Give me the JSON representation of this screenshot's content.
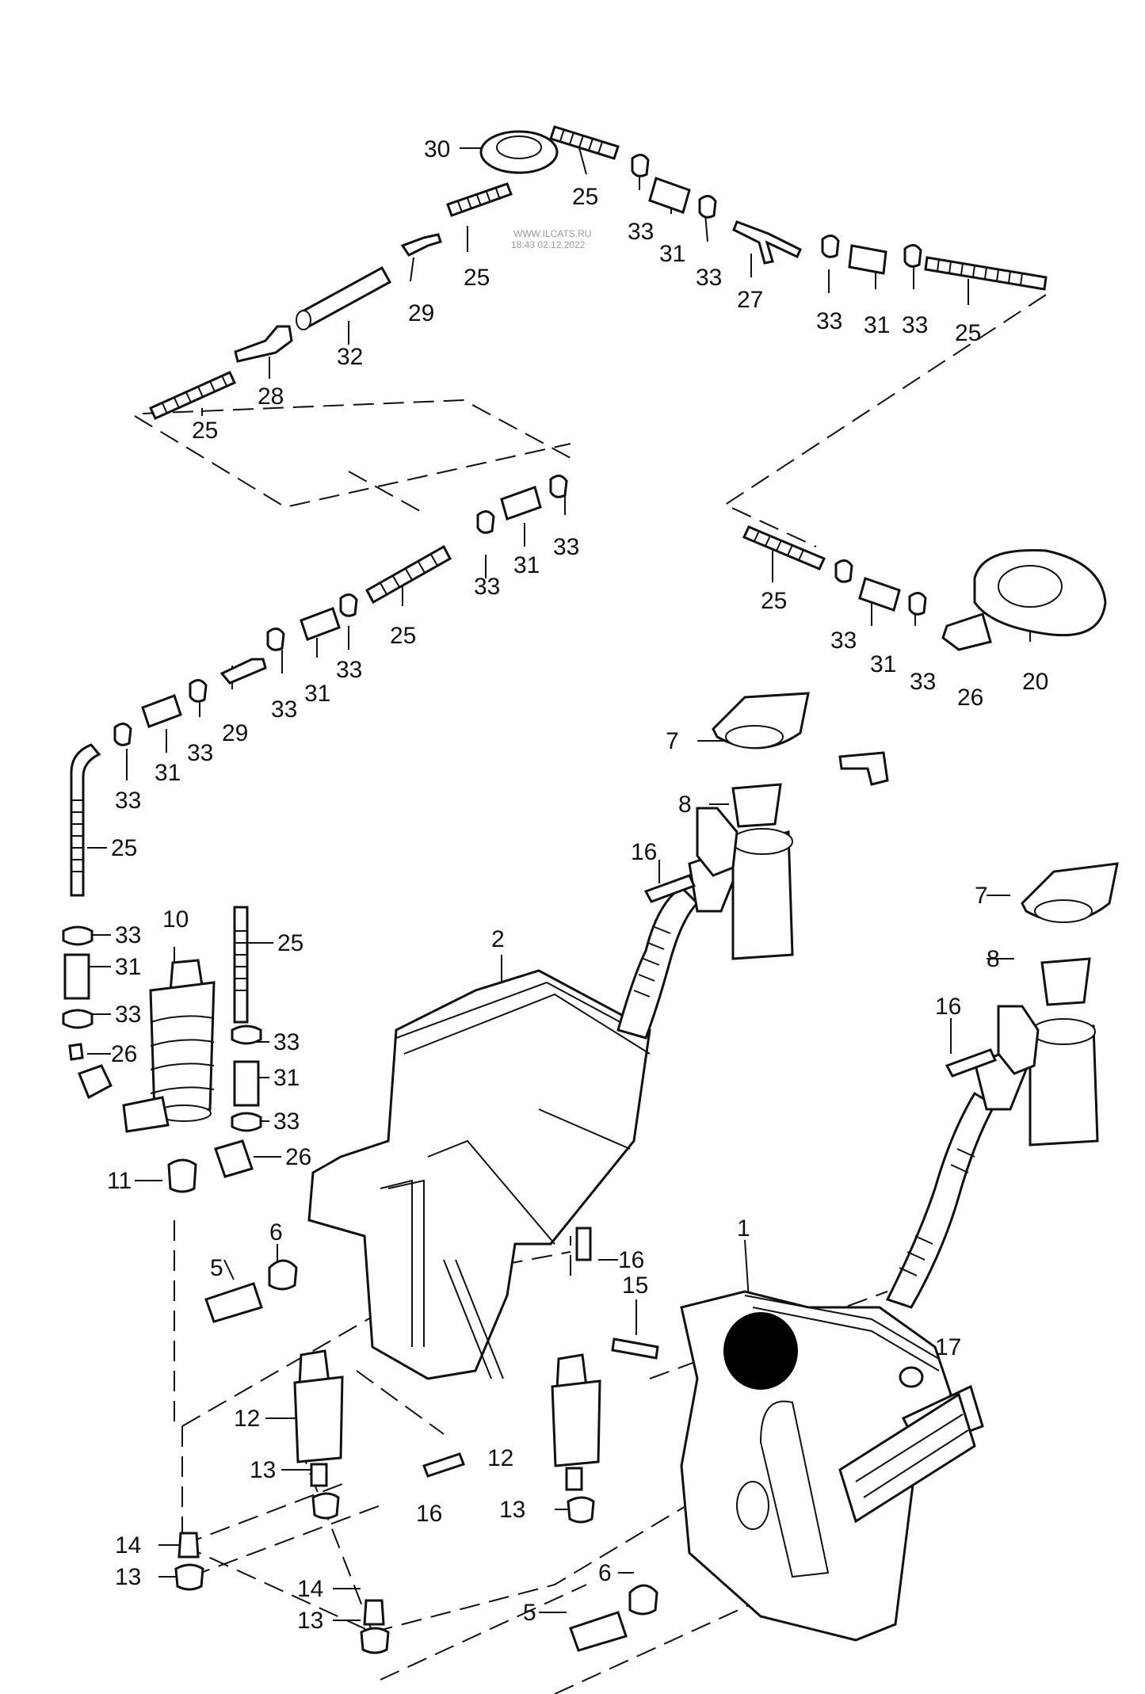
{
  "watermark": {
    "line1": "WWW.ILCATS.RU",
    "line2": "18:43 02.12.2022"
  },
  "callouts": {
    "c01": "30",
    "c02": "25",
    "c03": "33",
    "c04": "31",
    "c05": "33",
    "c06": "25",
    "c07": "29",
    "c08": "27",
    "c09": "33",
    "c10": "31",
    "c11": "33",
    "c12": "25",
    "c13": "32",
    "c14": "28",
    "c15": "25",
    "c16": "33",
    "c17": "31",
    "c18": "33",
    "c19": "25",
    "c20": "33",
    "c21": "31",
    "c22": "33",
    "c23": "29",
    "c24": "33",
    "c25": "31",
    "c26": "33",
    "c27": "25",
    "c28": "33",
    "c29": "31",
    "c30": "33",
    "c31": "26",
    "c32": "20",
    "c33": "7",
    "c34": "8",
    "c35": "16",
    "c36": "25",
    "c37": "10",
    "c38": "25",
    "c39": "33",
    "c40": "31",
    "c41": "33",
    "c42": "26",
    "c43": "33",
    "c44": "31",
    "c45": "33",
    "c46": "26",
    "c47": "11",
    "c48": "2",
    "c49": "7",
    "c50": "8",
    "c51": "16",
    "c52": "6",
    "c53": "5",
    "c54": "16",
    "c55": "1",
    "c56": "15",
    "c57": "17",
    "c58": "12",
    "c59": "13",
    "c60": "16",
    "c61": "12",
    "c62": "13",
    "c63": "14",
    "c64": "13",
    "c65": "6",
    "c66": "14",
    "c67": "5",
    "c68": "13"
  }
}
